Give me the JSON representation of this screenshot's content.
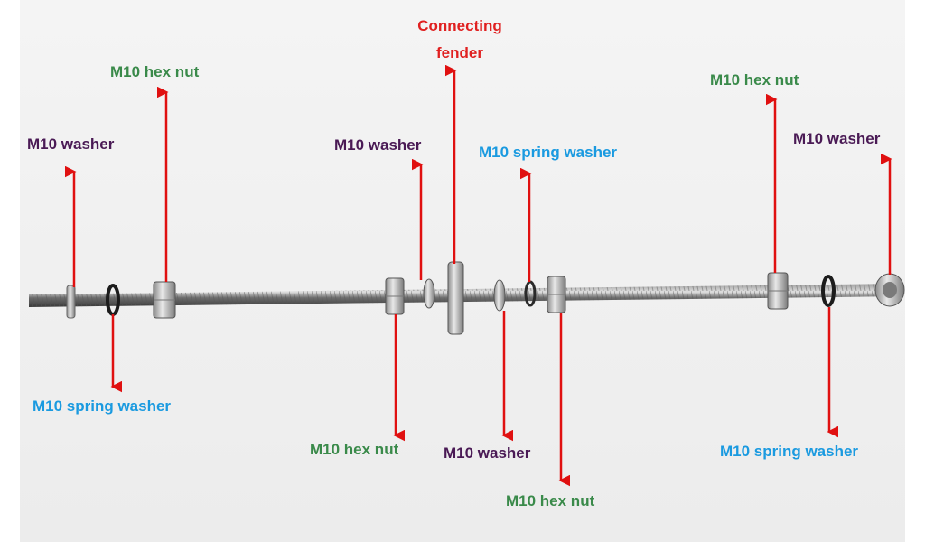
{
  "colors": {
    "washer": "#4a1a55",
    "hex_nut": "#3a8a4a",
    "spring_washer": "#1a9ae0",
    "fender": "#e02020",
    "arrow": "#e01010"
  },
  "labels": [
    {
      "id": "l1",
      "text": "M10 washer",
      "kind": "washer"
    },
    {
      "id": "l2",
      "text": "M10 hex nut",
      "kind": "hex_nut"
    },
    {
      "id": "l3",
      "text": "M10 spring washer",
      "kind": "spring_washer"
    },
    {
      "id": "l4",
      "text": "M10 washer",
      "kind": "washer"
    },
    {
      "id": "l5",
      "text": "Connecting fender",
      "kind": "fender"
    },
    {
      "id": "l6",
      "text": "M10 spring washer",
      "kind": "spring_washer"
    },
    {
      "id": "l7",
      "text": "M10 hex nut",
      "kind": "hex_nut"
    },
    {
      "id": "l8",
      "text": "M10 washer",
      "kind": "washer"
    },
    {
      "id": "l9",
      "text": "M10 hex nut",
      "kind": "hex_nut"
    },
    {
      "id": "l10",
      "text": "M10 hex nut",
      "kind": "hex_nut"
    },
    {
      "id": "l11",
      "text": "M10 washer",
      "kind": "washer"
    },
    {
      "id": "l12",
      "text": "M10 spring washer",
      "kind": "spring_washer"
    }
  ]
}
